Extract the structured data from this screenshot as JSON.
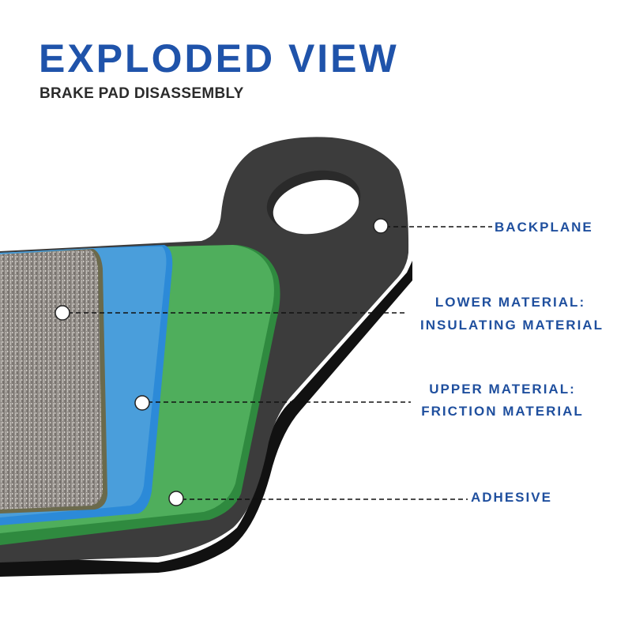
{
  "header": {
    "title": "EXPLODED VIEW",
    "subtitle": "BRAKE PAD DISASSEMBLY"
  },
  "callouts": [
    {
      "lines": [
        "BACKPLANE"
      ]
    },
    {
      "lines": [
        "LOWER MATERIAL:",
        "INSULATING MATERIAL"
      ]
    },
    {
      "lines": [
        "UPPER MATERIAL:",
        "FRICTION MATERIAL"
      ]
    },
    {
      "lines": [
        "ADHESIVE"
      ]
    }
  ],
  "colors": {
    "accent": "#1f53aa",
    "backplane": "#3a3a3a",
    "insulating": "#4aa157",
    "adhesive": "#3a93d8",
    "friction": "#8f8a86"
  }
}
